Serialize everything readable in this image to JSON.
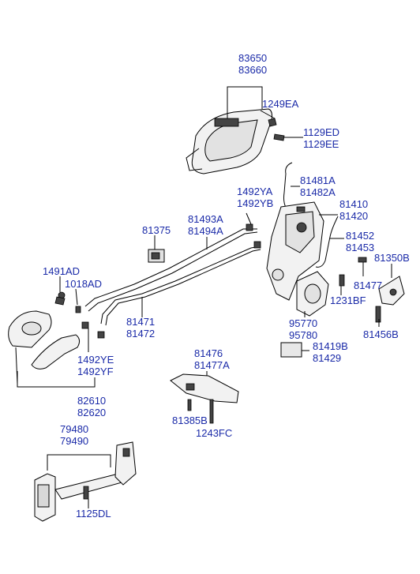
{
  "labels": {
    "p83650": "83650",
    "p83660": "83660",
    "p1249EA": "1249EA",
    "p1129ED": "1129ED",
    "p1129EE": "1129EE",
    "p81481A": "81481A",
    "p81482A": "81482A",
    "p1492YA": "1492YA",
    "p1492YB": "1492YB",
    "p81410": "81410",
    "p81420": "81420",
    "p81375": "81375",
    "p81493A": "81493A",
    "p81494A": "81494A",
    "p81452": "81452",
    "p81453": "81453",
    "p81350B": "81350B",
    "p1491AD": "1491AD",
    "p1018AD": "1018AD",
    "p81477": "81477",
    "p1231BF": "1231BF",
    "p81471": "81471",
    "p81472": "81472",
    "p95770": "95770",
    "p95780": "95780",
    "p81456B": "81456B",
    "p81419B": "81419B",
    "p81429": "81429",
    "p1492YE": "1492YE",
    "p1492YF": "1492YF",
    "p81476": "81476",
    "p81477A": "81477A",
    "p82610": "82610",
    "p82620": "82620",
    "p81385B": "81385B",
    "p1243FC": "1243FC",
    "p79480": "79480",
    "p79490": "79490",
    "p1125DL": "1125DL"
  },
  "colors": {
    "label": "#1a2aa8",
    "line": "#000000"
  }
}
